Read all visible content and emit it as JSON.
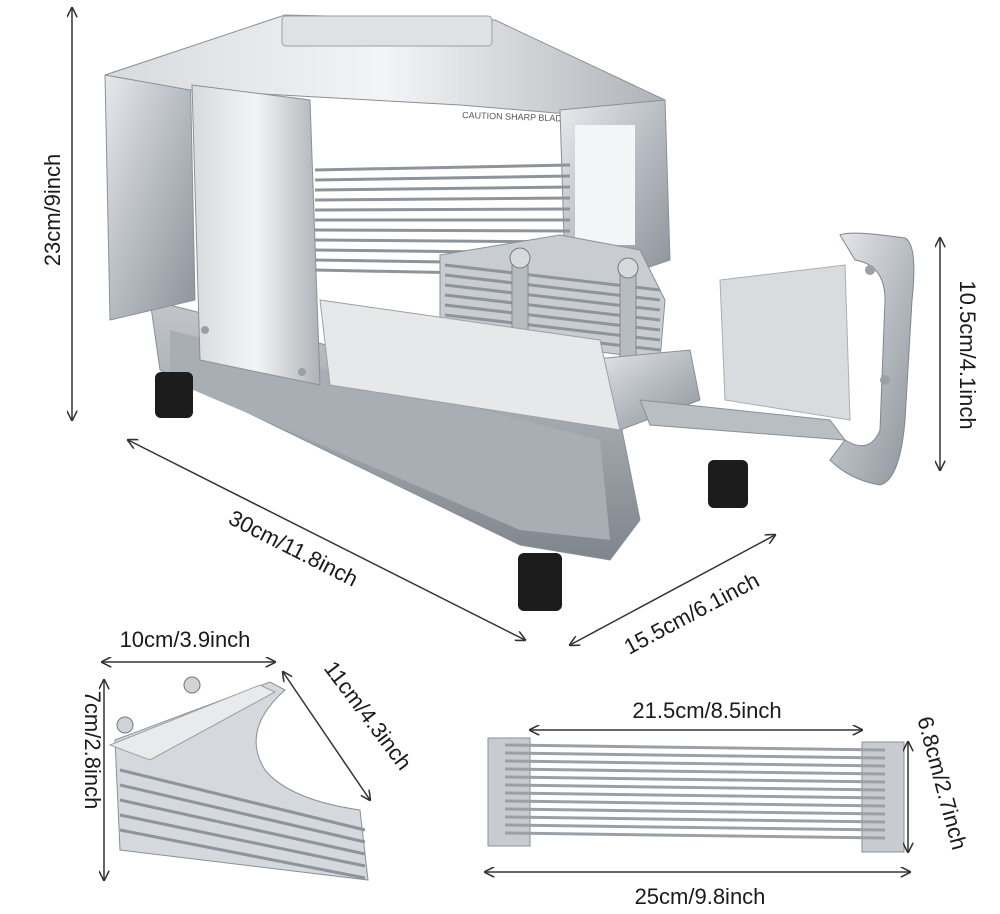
{
  "dimensions": {
    "height": "23cm/9inch",
    "handle_height": "10.5cm/4.1inch",
    "length": "30cm/11.8inch",
    "width": "15.5cm/6.1inch",
    "blade_width": "10cm/3.9inch",
    "blade_height": "7cm/2.8inch",
    "blade_diagonal": "11cm/4.3inch",
    "wire_inner_length": "21.5cm/8.5inch",
    "wire_width": "6.8cm/2.7inch",
    "wire_total_length": "25cm/9.8inch"
  },
  "product": {
    "caution_label": "CAUTION SHARP BLADES"
  }
}
